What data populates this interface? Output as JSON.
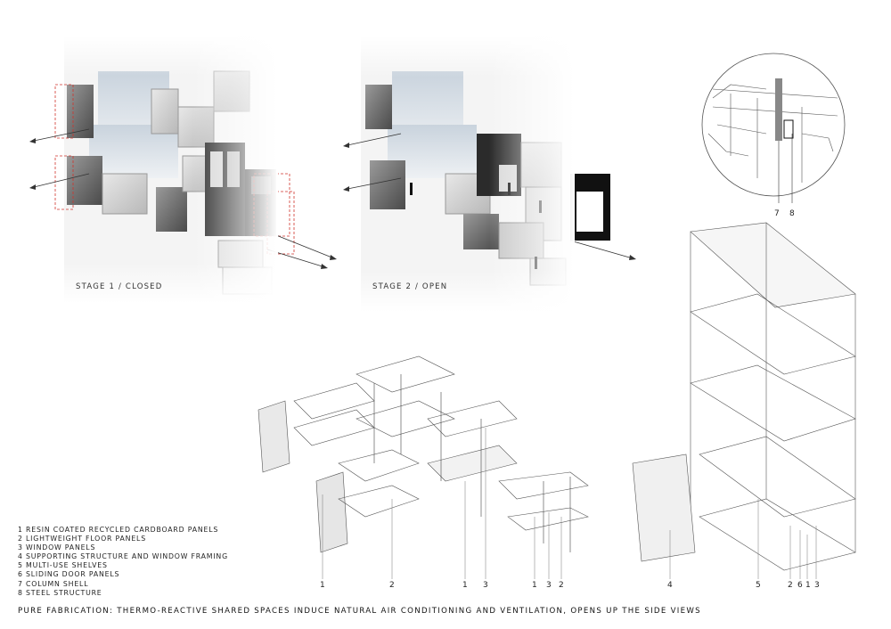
{
  "stage_captions": {
    "closed": "stage 1 / closed",
    "open": "stage 2 / open"
  },
  "legend": [
    "1 resin coated recycled cardboard panels",
    "2 lightweight floor panels",
    "3 window panels",
    "4 supporting structure and window framing",
    "5 multi-use shelves",
    "6 sliding door panels",
    "7 column shell",
    "8 steel structure"
  ],
  "footer": "pure fabrication: thermo-reactive shared spaces induce natural air conditioning and ventilation, opens up the side views",
  "callouts": {
    "detail": [
      "7",
      "8"
    ],
    "exploded_floor": [
      "1",
      "2",
      "1",
      "3",
      "1",
      "3",
      "2"
    ],
    "exploded_tower": [
      "4",
      "5",
      "2",
      "6",
      "1",
      "3"
    ]
  }
}
